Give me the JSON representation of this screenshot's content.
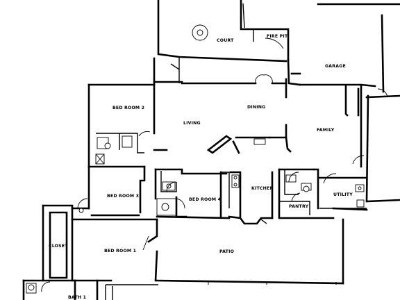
{
  "plan": {
    "rooms": {
      "court": "COURT",
      "fire_pit": "FIRE PIT",
      "garage": "GARAGE",
      "bedroom_2": "BED ROOM 2",
      "dining": "DINING",
      "living": "LIVING",
      "family": "FAMILY",
      "kitchen": "KITCHEN",
      "bedroom_3": "BED ROOM 3",
      "bedroom_4": "BED ROOM 4",
      "pantry": "PANTRY",
      "utility": "UTILITY",
      "closet": "CLOSET",
      "bedroom_1": "BED ROOM 1",
      "patio": "PATIO",
      "bath_1": "BATH 1"
    }
  }
}
